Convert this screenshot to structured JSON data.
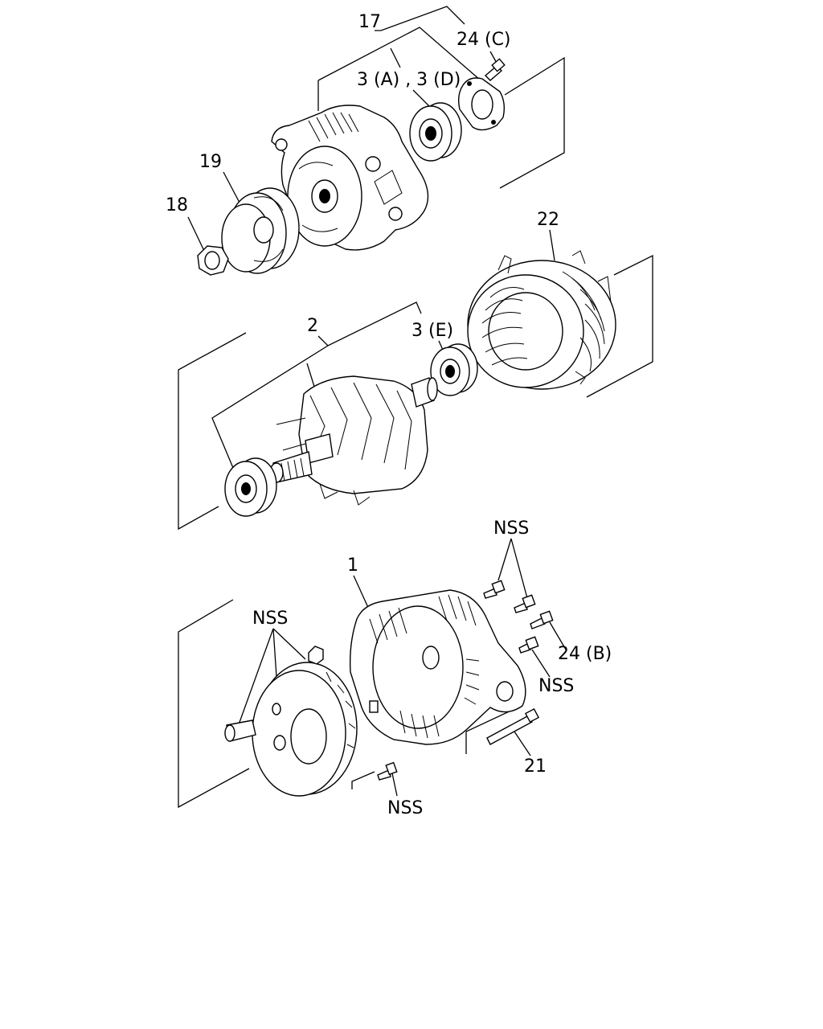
{
  "labels": {
    "l17": "17",
    "l24c": "24 (C)",
    "l3ad": "3 (A) , 3 (D)",
    "l19": "19",
    "l18": "18",
    "l22": "22",
    "l2": "2",
    "l3e": "3 (E)",
    "l1": "1",
    "nss_top": "NSS",
    "nss_left": "NSS",
    "l24b": "24 (B)",
    "nss_right": "NSS",
    "l21": "21",
    "nss_bottom": "NSS"
  }
}
